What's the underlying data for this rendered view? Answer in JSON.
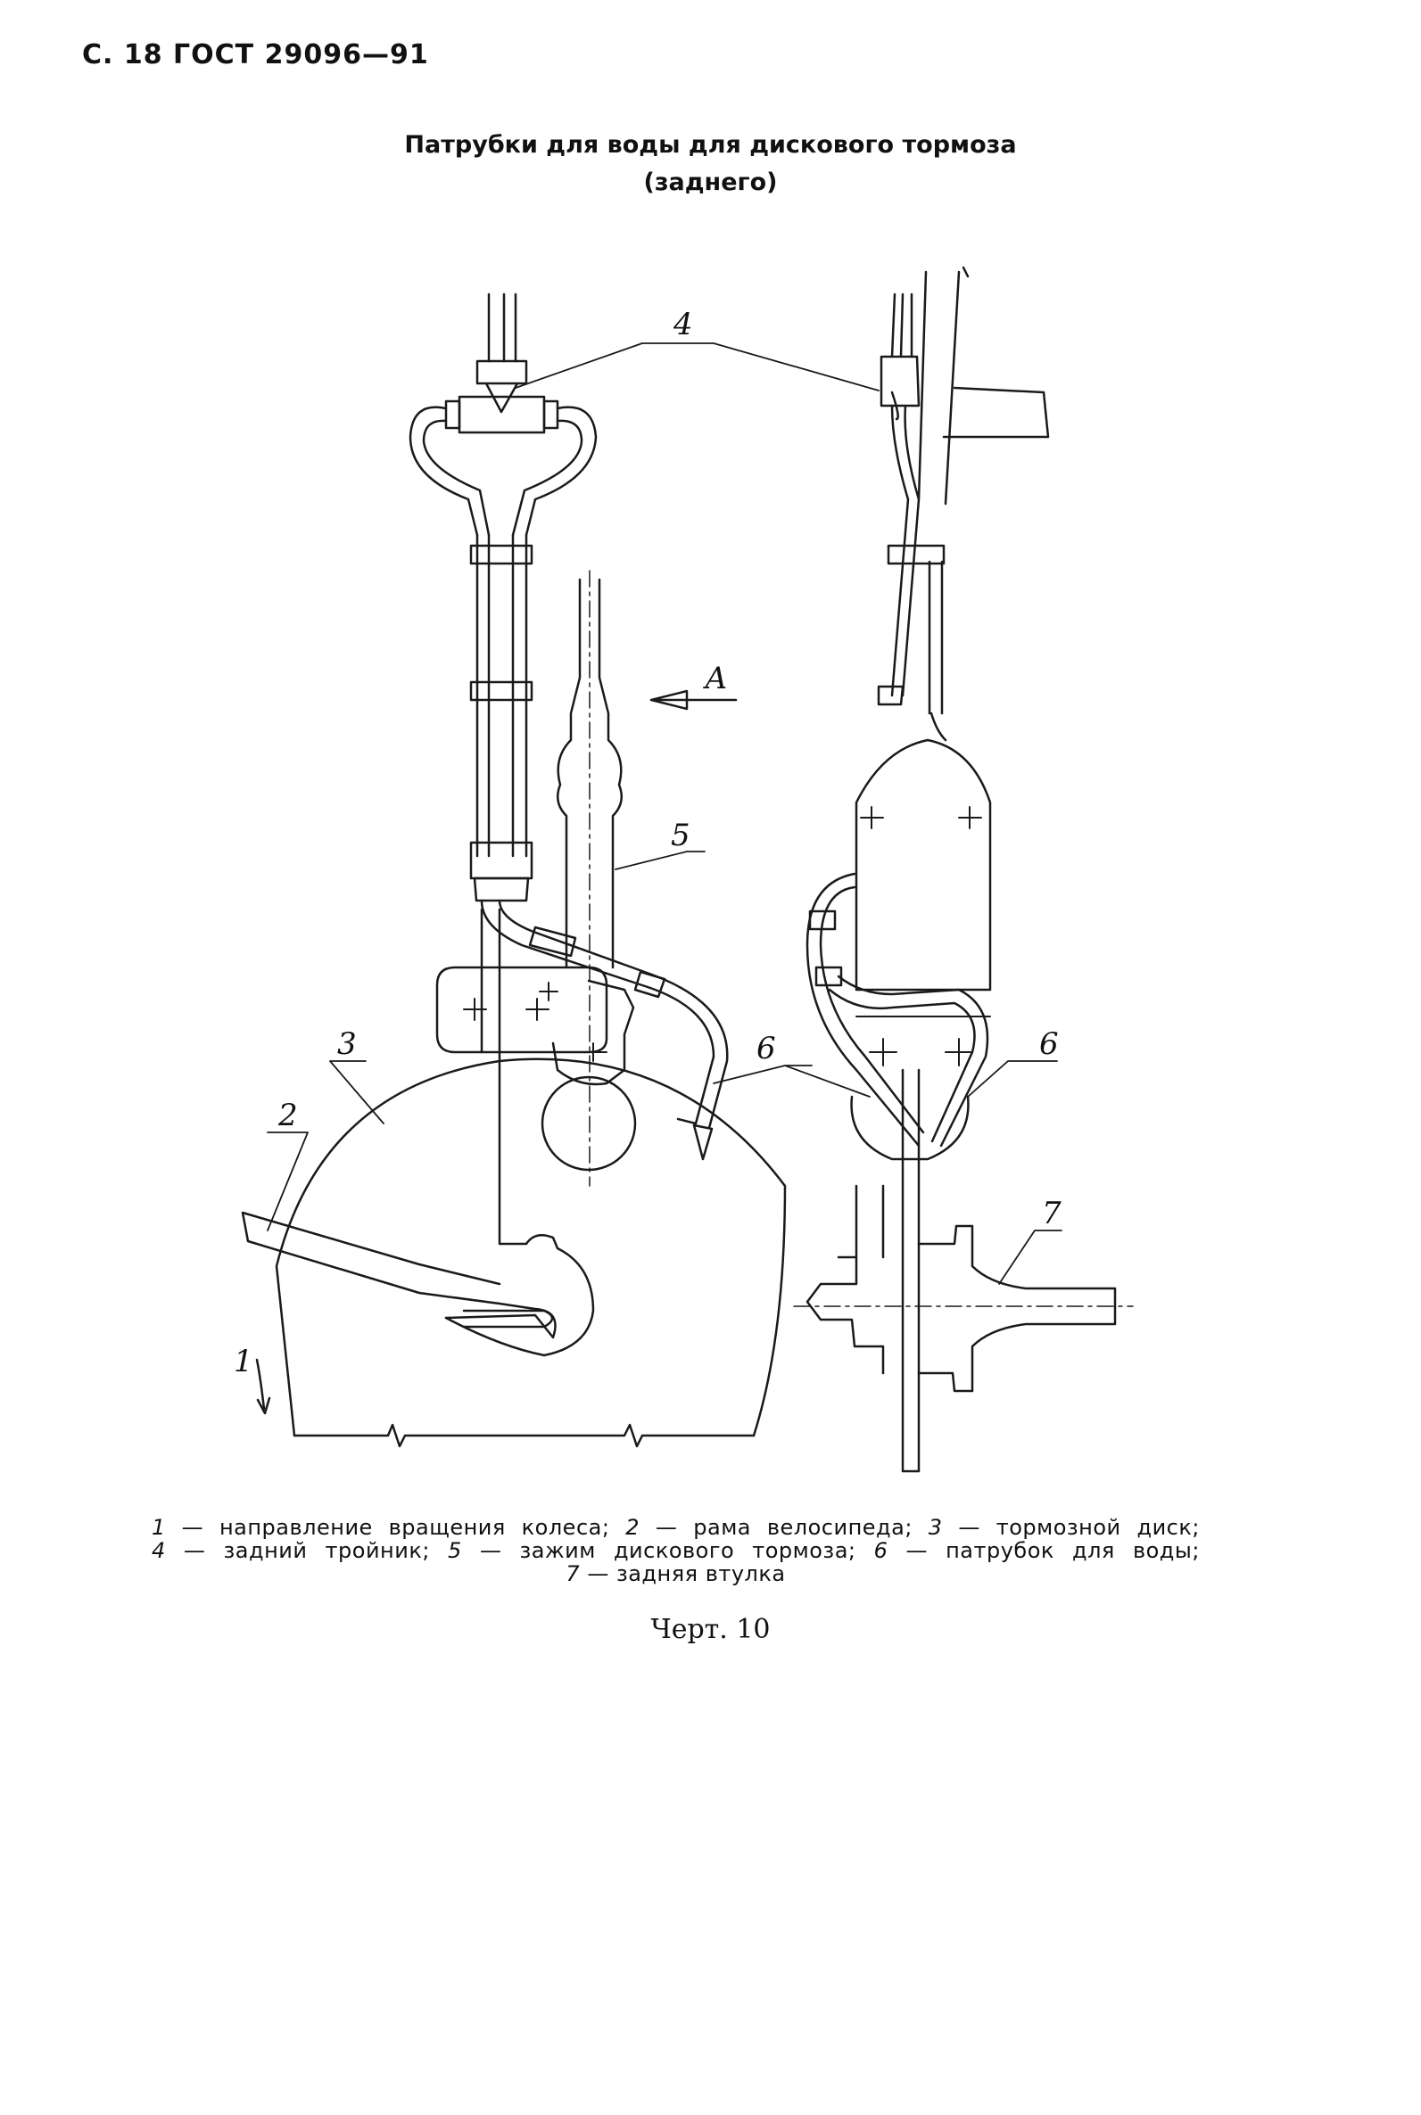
{
  "header": {
    "page_ref": "С. 18 ГОСТ 29096—91"
  },
  "title": {
    "line1": "Патрубки для воды для дискового тормоза",
    "line2": "(заднего)"
  },
  "drawing": {
    "callouts": {
      "c1": "1",
      "c2": "2",
      "c3": "3",
      "c4": "4",
      "c5": "5",
      "c6_left": "6",
      "c6_right": "6",
      "c7": "7",
      "view_arrow": "А"
    },
    "line_color": "#1a1a1a"
  },
  "legend": {
    "items": [
      {
        "num": "1",
        "text": "направление вращения колеса;"
      },
      {
        "num": "2",
        "text": "рама велосипеда;"
      },
      {
        "num": "3",
        "text": "тормозной диск;"
      },
      {
        "num": "4",
        "text": "задний тройник;"
      },
      {
        "num": "5",
        "text": "зажим дискового тормоза;"
      },
      {
        "num": "6",
        "text": "патрубок для воды;"
      },
      {
        "num": "7",
        "text": "задняя втулка"
      }
    ],
    "dash": "—"
  },
  "caption": "Черт. 10"
}
